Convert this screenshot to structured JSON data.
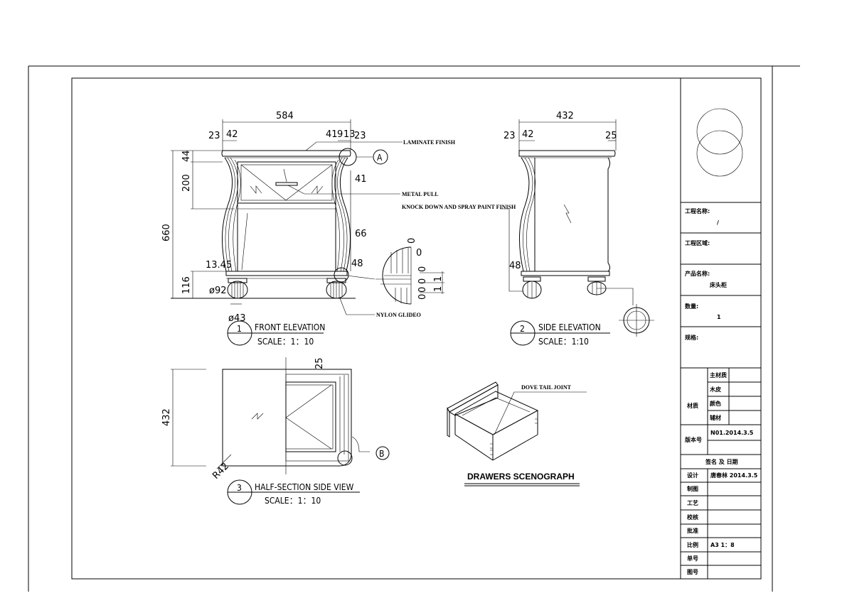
{
  "front_elevation": {
    "dims": {
      "width": "584",
      "left_23": "23",
      "left_42": "42",
      "right_41": "41",
      "right_913": "9",
      "right_13": "13",
      "right_23": "23",
      "h_44": "44",
      "h_200": "200",
      "h_660": "660",
      "h_116": "116",
      "d_41": "41",
      "d_66": "66",
      "d_48": "48",
      "d_1345": "13.45",
      "foot_dia": "ø92",
      "foot_base": "ø43"
    },
    "notes": {
      "laminate": "LAMINATE FINISH",
      "metal_pull": "METAL PULL",
      "knock_down": "KNOCK DOWN AND SPRAY PAINT FINISH",
      "nylon": "NYLON GLIDEO"
    },
    "detail_marker": "A",
    "detail_dims": [
      "0",
      "0",
      "0",
      "1",
      "1",
      "0",
      "0",
      "0"
    ],
    "number": "1",
    "title": "FRONT ELEVATION",
    "scale": "SCALE：1：10"
  },
  "side_elevation": {
    "dims": {
      "width": "432",
      "left_23": "23",
      "left_42": "42",
      "right_25": "25",
      "d_48": "48"
    },
    "number": "2",
    "title": "SIDE ELEVATION",
    "scale": "SCALE：1:10"
  },
  "half_section": {
    "dims": {
      "depth": "432",
      "d_25": "25",
      "radius": "R42"
    },
    "detail_marker": "B",
    "number": "3",
    "title": "HALF-SECTION SIDE VIEW",
    "scale": "SCALE：1：10"
  },
  "drawer": {
    "note": "DOVE TAIL JOINT",
    "title": "DRAWERS SCENOGRAPH"
  },
  "title_block": {
    "project_name_label": "工程名称:",
    "project_name": "/",
    "project_area_label": "工程区域:",
    "product_name_label": "产品名称:",
    "product_name": "床头柜",
    "quantity_label": "数量:",
    "quantity": "1",
    "spec_label": "规格:",
    "material_label": "材质",
    "materials": [
      "主材质",
      "木皮",
      "颜色",
      "辅材"
    ],
    "version_label": "版本号",
    "version": "N01.2014.3.5",
    "sign_header": "签名 及 日期",
    "rows": [
      {
        "label": "设计",
        "value": "唐春林 2014.3.5"
      },
      {
        "label": "制图",
        "value": ""
      },
      {
        "label": "工艺",
        "value": ""
      },
      {
        "label": "校核",
        "value": ""
      },
      {
        "label": "批准",
        "value": ""
      },
      {
        "label": "比例",
        "value": "A3 1：8"
      },
      {
        "label": "单号",
        "value": ""
      },
      {
        "label": "图号",
        "value": ""
      }
    ]
  }
}
